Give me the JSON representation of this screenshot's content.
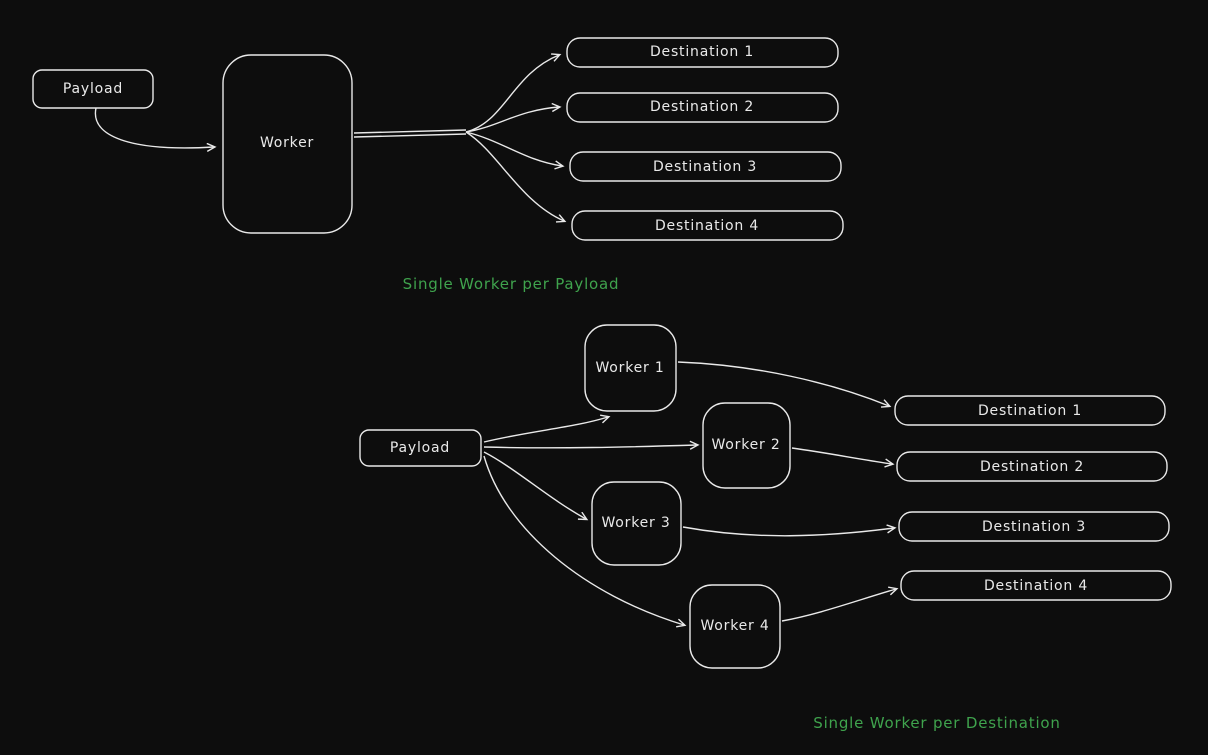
{
  "colors": {
    "background": "#0d0d0d",
    "stroke": "#e9e9e9",
    "caption": "#3fa34d"
  },
  "diagram_top": {
    "payload_label": "Payload",
    "worker_label": "Worker",
    "destinations": [
      "Destination 1",
      "Destination 2",
      "Destination 3",
      "Destination 4"
    ],
    "caption": "Single Worker per Payload"
  },
  "diagram_bottom": {
    "payload_label": "Payload",
    "workers": [
      "Worker 1",
      "Worker 2",
      "Worker 3",
      "Worker 4"
    ],
    "destinations": [
      "Destination 1",
      "Destination 2",
      "Destination 3",
      "Destination 4"
    ],
    "caption": "Single Worker per Destination"
  }
}
